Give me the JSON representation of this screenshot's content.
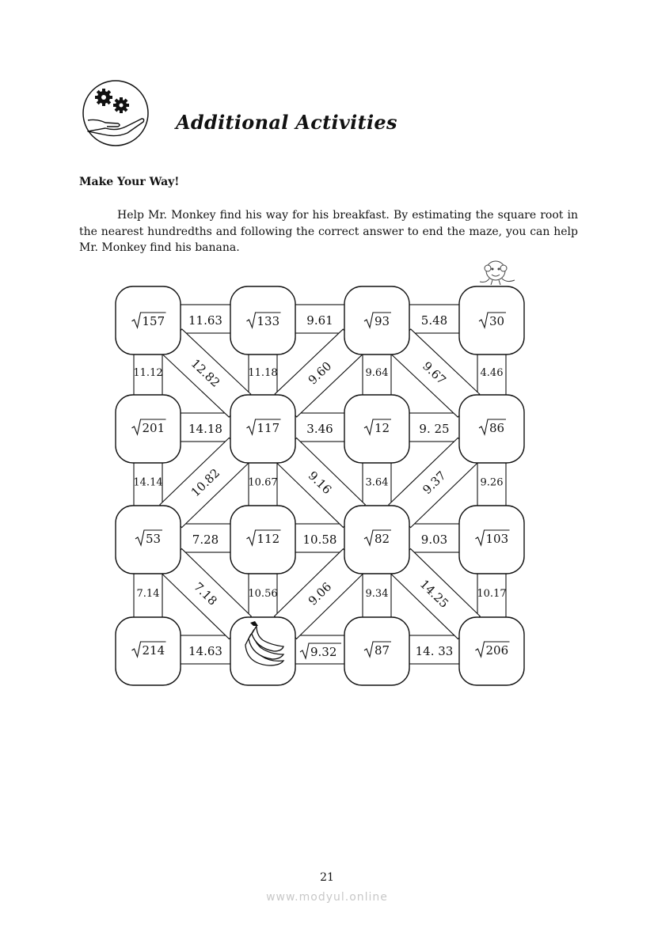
{
  "header": {
    "title": "Additional Activities",
    "icon": "hand-with-gears-icon"
  },
  "activity": {
    "subtitle": "Make Your Way!",
    "instructions": "Help Mr. Monkey find his way for his breakfast. By estimating the square root in the nearest hundredths and following the correct answer to end the maze, you can help Mr. Monkey find his banana."
  },
  "maze": {
    "start_icon": "monkey-icon",
    "goal_icon": "banana-icon",
    "nodes": [
      [
        "157",
        "133",
        "93",
        "30"
      ],
      [
        "201",
        "117",
        "12",
        "86"
      ],
      [
        "53",
        "112",
        "82",
        "103"
      ],
      [
        "214",
        "banana",
        "87",
        "206"
      ]
    ],
    "horizontal_paths": [
      [
        "11.63",
        "9.61",
        "5.48"
      ],
      [
        "14.18",
        "3.46",
        "9. 25"
      ],
      [
        "7.28",
        "10.58",
        "9.03"
      ],
      [
        "14.63",
        "9.32",
        "14. 33"
      ]
    ],
    "vertical_paths": [
      [
        "11.12",
        "11.18",
        "9.64",
        "4.46"
      ],
      [
        "14.14",
        "10.67",
        "3.64",
        "9.26"
      ],
      [
        "7.14",
        "10.56",
        "9.34",
        "10.17"
      ]
    ],
    "diagonal_paths": [
      [
        "12.82",
        "9.60",
        "9.67"
      ],
      [
        "10.82",
        "9.16",
        "9.37"
      ],
      [
        "7.18",
        "9.06",
        "14.25"
      ]
    ]
  },
  "footer": {
    "page_number": "21",
    "watermark": "www.modyul.online"
  }
}
